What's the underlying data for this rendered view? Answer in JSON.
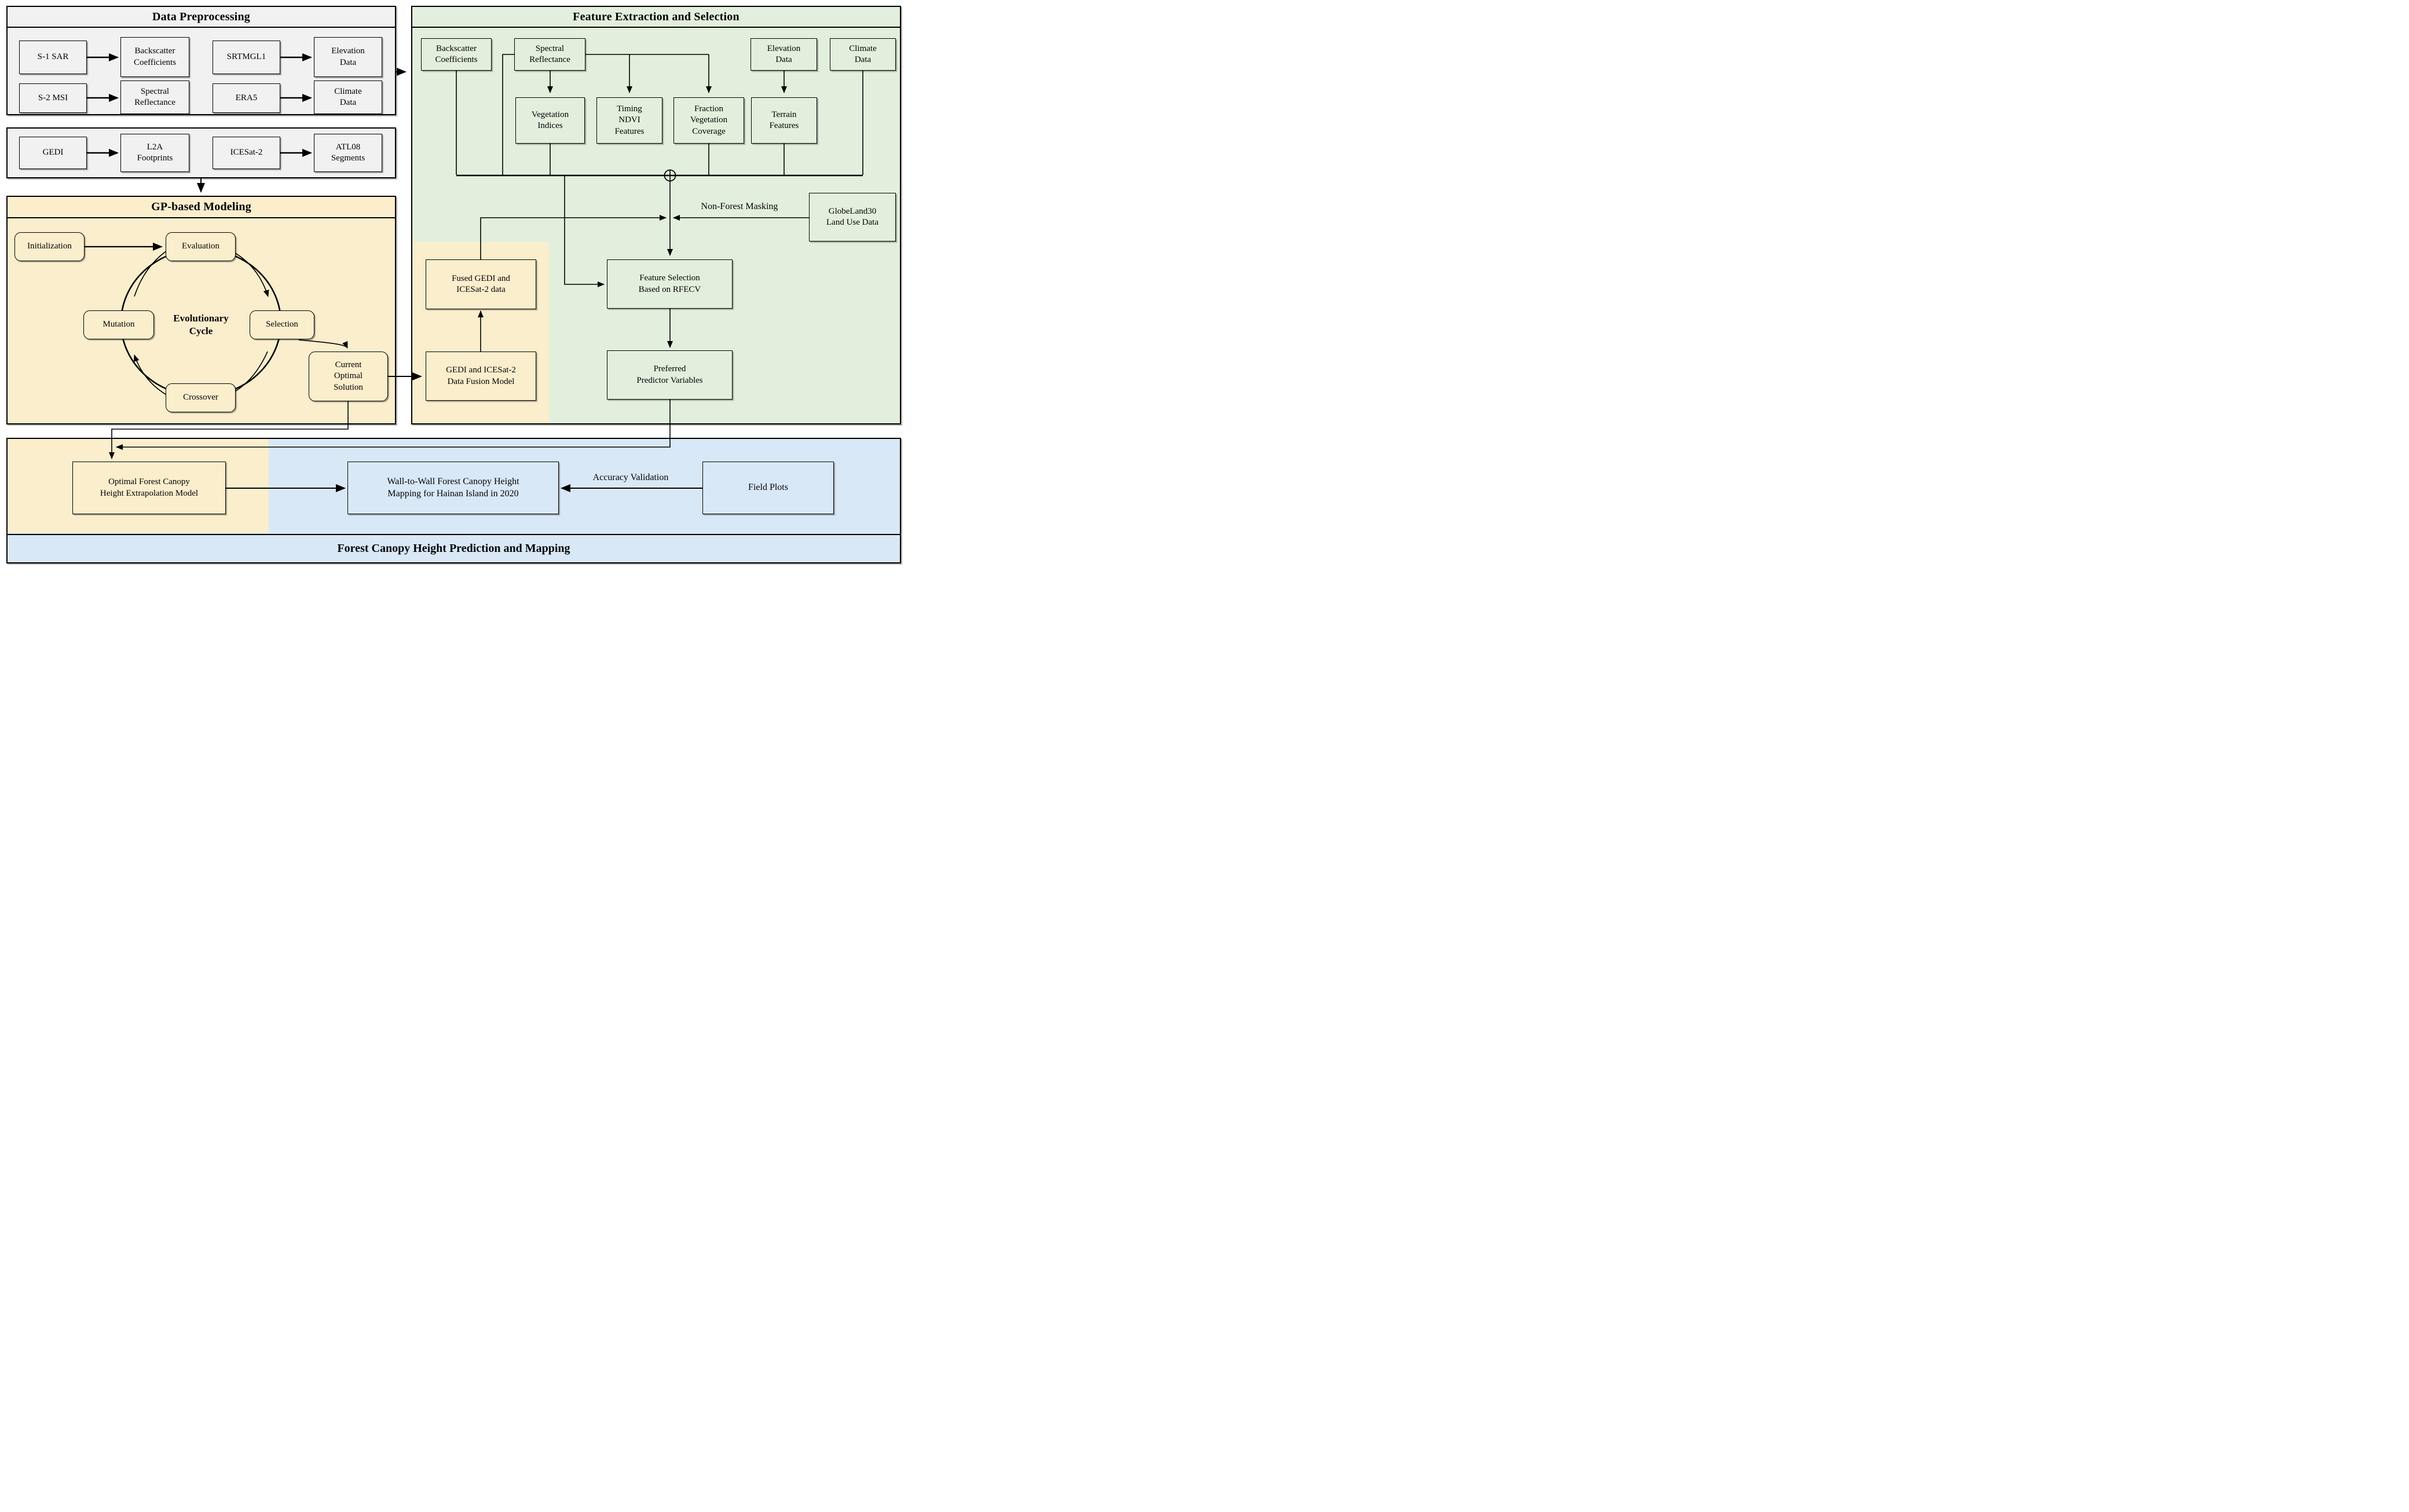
{
  "colors": {
    "gray": "#f1f1f1",
    "green": "#e3efdd",
    "yellow": "#fbeecd",
    "blue": "#d9e8f6",
    "line": "#000000"
  },
  "preprocessing": {
    "title": "Data Preprocessing",
    "pairs": [
      {
        "source": "S-1 SAR",
        "product": "Backscatter\nCoefficients"
      },
      {
        "source": "SRTMGL1",
        "product": "Elevation\nData"
      },
      {
        "source": "S-2 MSI",
        "product": "Spectral\nReflectance"
      },
      {
        "source": "ERA5",
        "product": "Climate\nData"
      },
      {
        "source": "GEDI",
        "product": "L2A\nFootprints"
      },
      {
        "source": "ICESat-2",
        "product": "ATL08\nSegments"
      }
    ]
  },
  "gp_modeling": {
    "title": "GP-based Modeling",
    "cycle_label": "Evolutionary\nCycle",
    "initialization": "Initialization",
    "evaluation": "Evaluation",
    "selection": "Selection",
    "crossover": "Crossover",
    "mutation": "Mutation",
    "current_optimal": "Current\nOptimal\nSolution"
  },
  "feature_extraction": {
    "title": "Feature Extraction and Selection",
    "backscatter": "Backscatter\nCoefficients",
    "spectral": "Spectral\nReflectance",
    "elevation": "Elevation\nData",
    "climate": "Climate\nData",
    "vegetation_indices": "Vegetation\nIndices",
    "timing_ndvi": "Timing\nNDVI\nFeatures",
    "fraction_coverage": "Fraction\nVegetation\nCoverage",
    "terrain_features": "Terrain\nFeatures",
    "masking_label": "Non-Forest Masking",
    "globeland": "GlobeLand30\nLand Use Data",
    "rfecv": "Feature Selection\nBased on RFECV",
    "preferred": "Preferred\nPredictor Variables",
    "fused": "Fused GEDI and\nICESat-2 data",
    "fusion_model": "GEDI and ICESat-2\nData Fusion Model"
  },
  "prediction": {
    "title": "Forest Canopy Height Prediction and Mapping",
    "extrapolation": "Optimal Forest Canopy\nHeight Extrapolation Model",
    "wall_to_wall": "Wall-to-Wall Forest Canopy Height\nMapping for Hainan Island in 2020",
    "validation_label": "Accuracy Validation",
    "field_plots": "Field Plots"
  }
}
